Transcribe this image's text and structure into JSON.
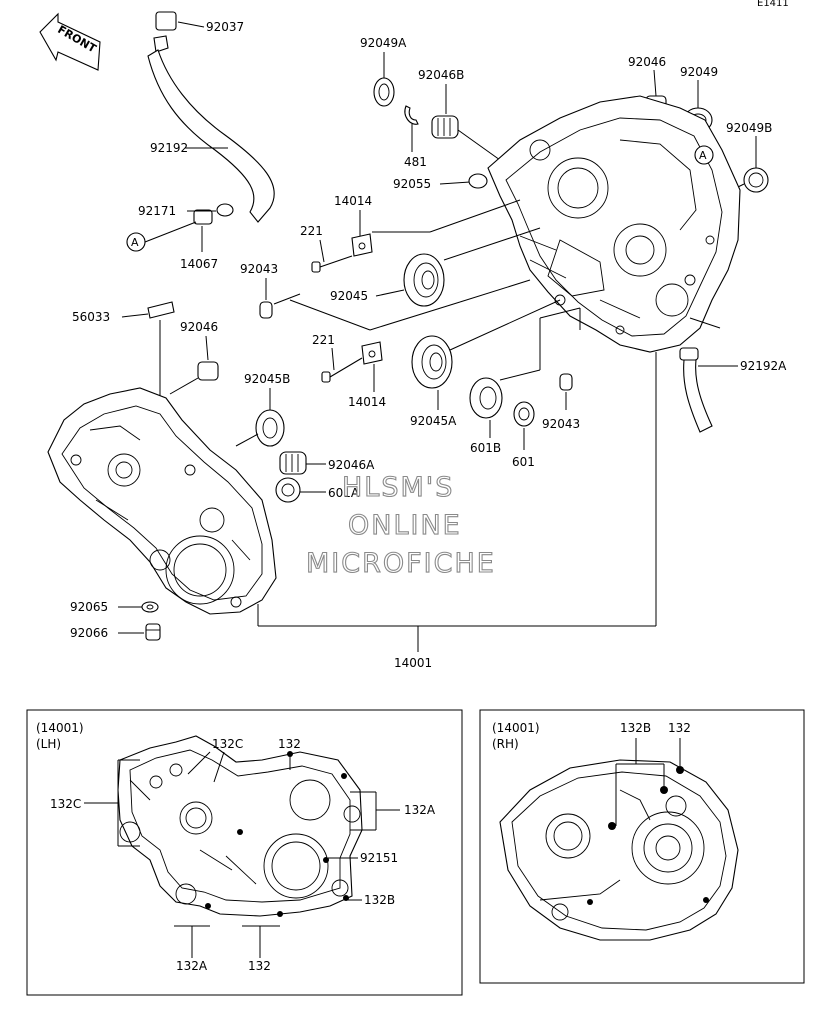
{
  "diagram": {
    "code": "E1411",
    "front": "FRONT",
    "callout_a": "A",
    "watermark": [
      "HLSM'S",
      "ONLINE",
      "MICROFICHE"
    ],
    "parts": {
      "p92037": "92037",
      "p92192": "92192",
      "p92171": "92171",
      "p14067": "14067",
      "p92049A": "92049A",
      "p92046B": "92046B",
      "p481": "481",
      "p92055": "92055",
      "p92046_top": "92046",
      "p92049": "92049",
      "p92049B": "92049B",
      "p14014_top": "14014",
      "p221_top": "221",
      "p92043_left": "92043",
      "p92045": "92045",
      "p56033": "56033",
      "p92046_left": "92046",
      "p221_mid": "221",
      "p14014_mid": "14014",
      "p92045B": "92045B",
      "p92045A": "92045A",
      "p601B": "601B",
      "p601": "601",
      "p92043_right": "92043",
      "p92192A": "92192A",
      "p92046A": "92046A",
      "p601A": "601A",
      "p92065": "92065",
      "p92066": "92066",
      "p14001": "14001"
    },
    "inset_lh": {
      "title": "(14001)",
      "side": "(LH)",
      "l132C_top": "132C",
      "l132_top": "132",
      "l132C_left": "132C",
      "l132A_right": "132A",
      "l92151": "92151",
      "l132B": "132B",
      "l132A_bottom": "132A",
      "l132_bottom": "132"
    },
    "inset_rh": {
      "title": "(14001)",
      "side": "(RH)",
      "l132B": "132B",
      "l132": "132"
    }
  }
}
